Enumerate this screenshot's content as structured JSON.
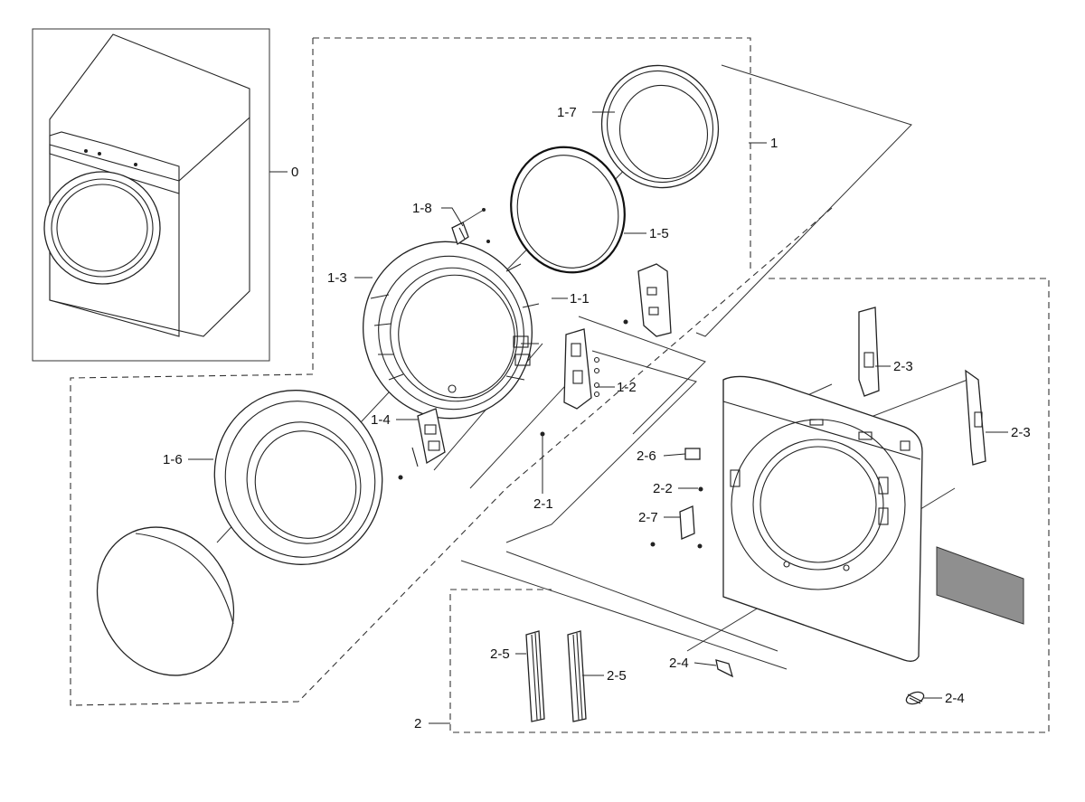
{
  "callouts": {
    "c0": "0",
    "c1": "1",
    "c1_1": "1-1",
    "c1_2": "1-2",
    "c1_3": "1-3",
    "c1_4": "1-4",
    "c1_5": "1-5",
    "c1_6": "1-6",
    "c1_7": "1-7",
    "c1_8": "1-8",
    "c2": "2",
    "c2_1": "2-1",
    "c2_2": "2-2",
    "c2_3a": "2-3",
    "c2_3b": "2-3",
    "c2_4a": "2-4",
    "c2_4b": "2-4",
    "c2_5a": "2-5",
    "c2_5b": "2-5",
    "c2_6": "2-6",
    "c2_7": "2-7"
  }
}
